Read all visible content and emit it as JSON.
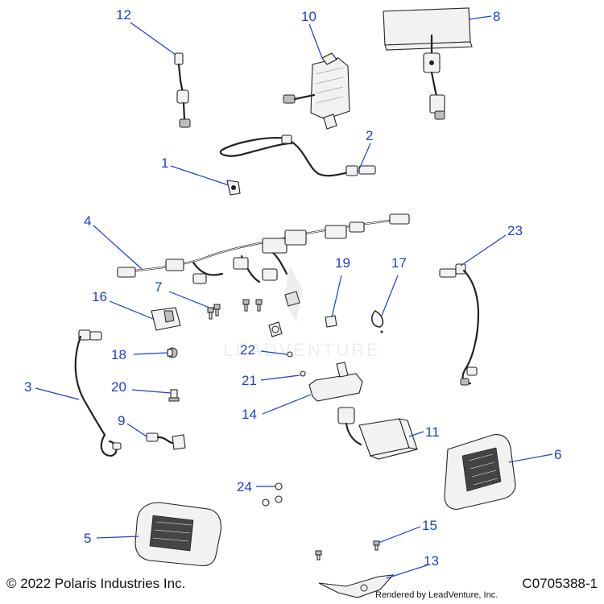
{
  "callouts": {
    "c1": "1",
    "c2": "2",
    "c3": "3",
    "c4": "4",
    "c5": "5",
    "c6": "6",
    "c7": "7",
    "c8": "8",
    "c9": "9",
    "c10": "10",
    "c11": "11",
    "c12": "12",
    "c13": "13",
    "c14": "14",
    "c15": "15",
    "c16": "16",
    "c17": "17",
    "c18": "18",
    "c19": "19",
    "c20": "20",
    "c21": "21",
    "c22": "22",
    "c23": "23",
    "c24": "24"
  },
  "footer": {
    "copyright": "© 2022 Polaris Industries Inc.",
    "diagram_code": "C0705388-1",
    "rendered_by": "Rendered by LeadVenture, Inc."
  },
  "colors": {
    "callout": "#1a3fd1",
    "line": "#222222"
  }
}
